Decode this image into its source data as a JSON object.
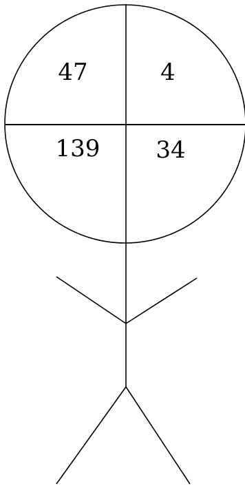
{
  "quadrants": {
    "top_left": "47",
    "top_right": "4",
    "bottom_left": "139",
    "bottom_right": "34"
  },
  "colors": {
    "stroke": "#000000",
    "background": "#ffffff",
    "text": "#000000"
  }
}
